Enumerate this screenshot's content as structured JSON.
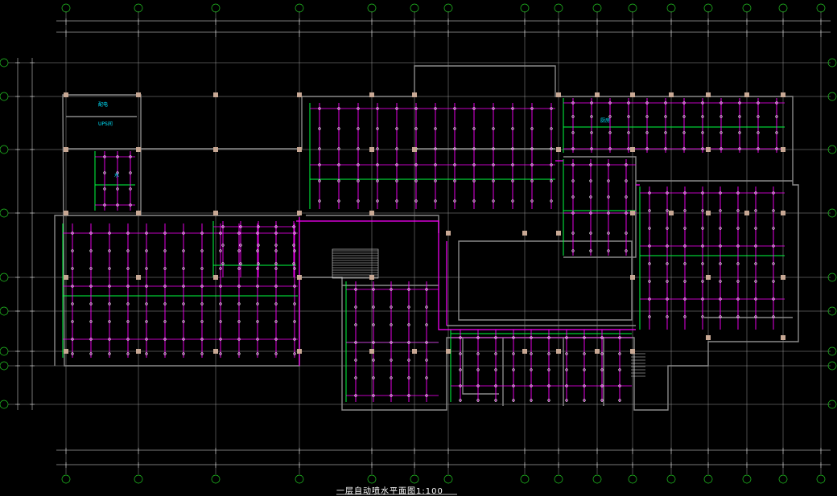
{
  "drawing": {
    "title": "一层自动喷水平面图1:100",
    "room_labels": {
      "ups": "UPS间",
      "cyan_top": "配电",
      "cyan_mid": "水",
      "cyan_right": "厨房"
    }
  },
  "colors": {
    "background": "#000000",
    "axis": "#22c322",
    "grid": "#bdbdbd",
    "wall": "#8a8a8a",
    "column": "#c8a894",
    "branch_pipe": "#ff00ff",
    "main_pipe": "#00ff40",
    "sprinkler": "#ffffff",
    "label": "#00e5ff",
    "dim": "#f0f0f0"
  },
  "icons": {
    "sprinkler_head": "sprinkler-head-icon",
    "grid_bubble": "axis-bubble-icon"
  }
}
